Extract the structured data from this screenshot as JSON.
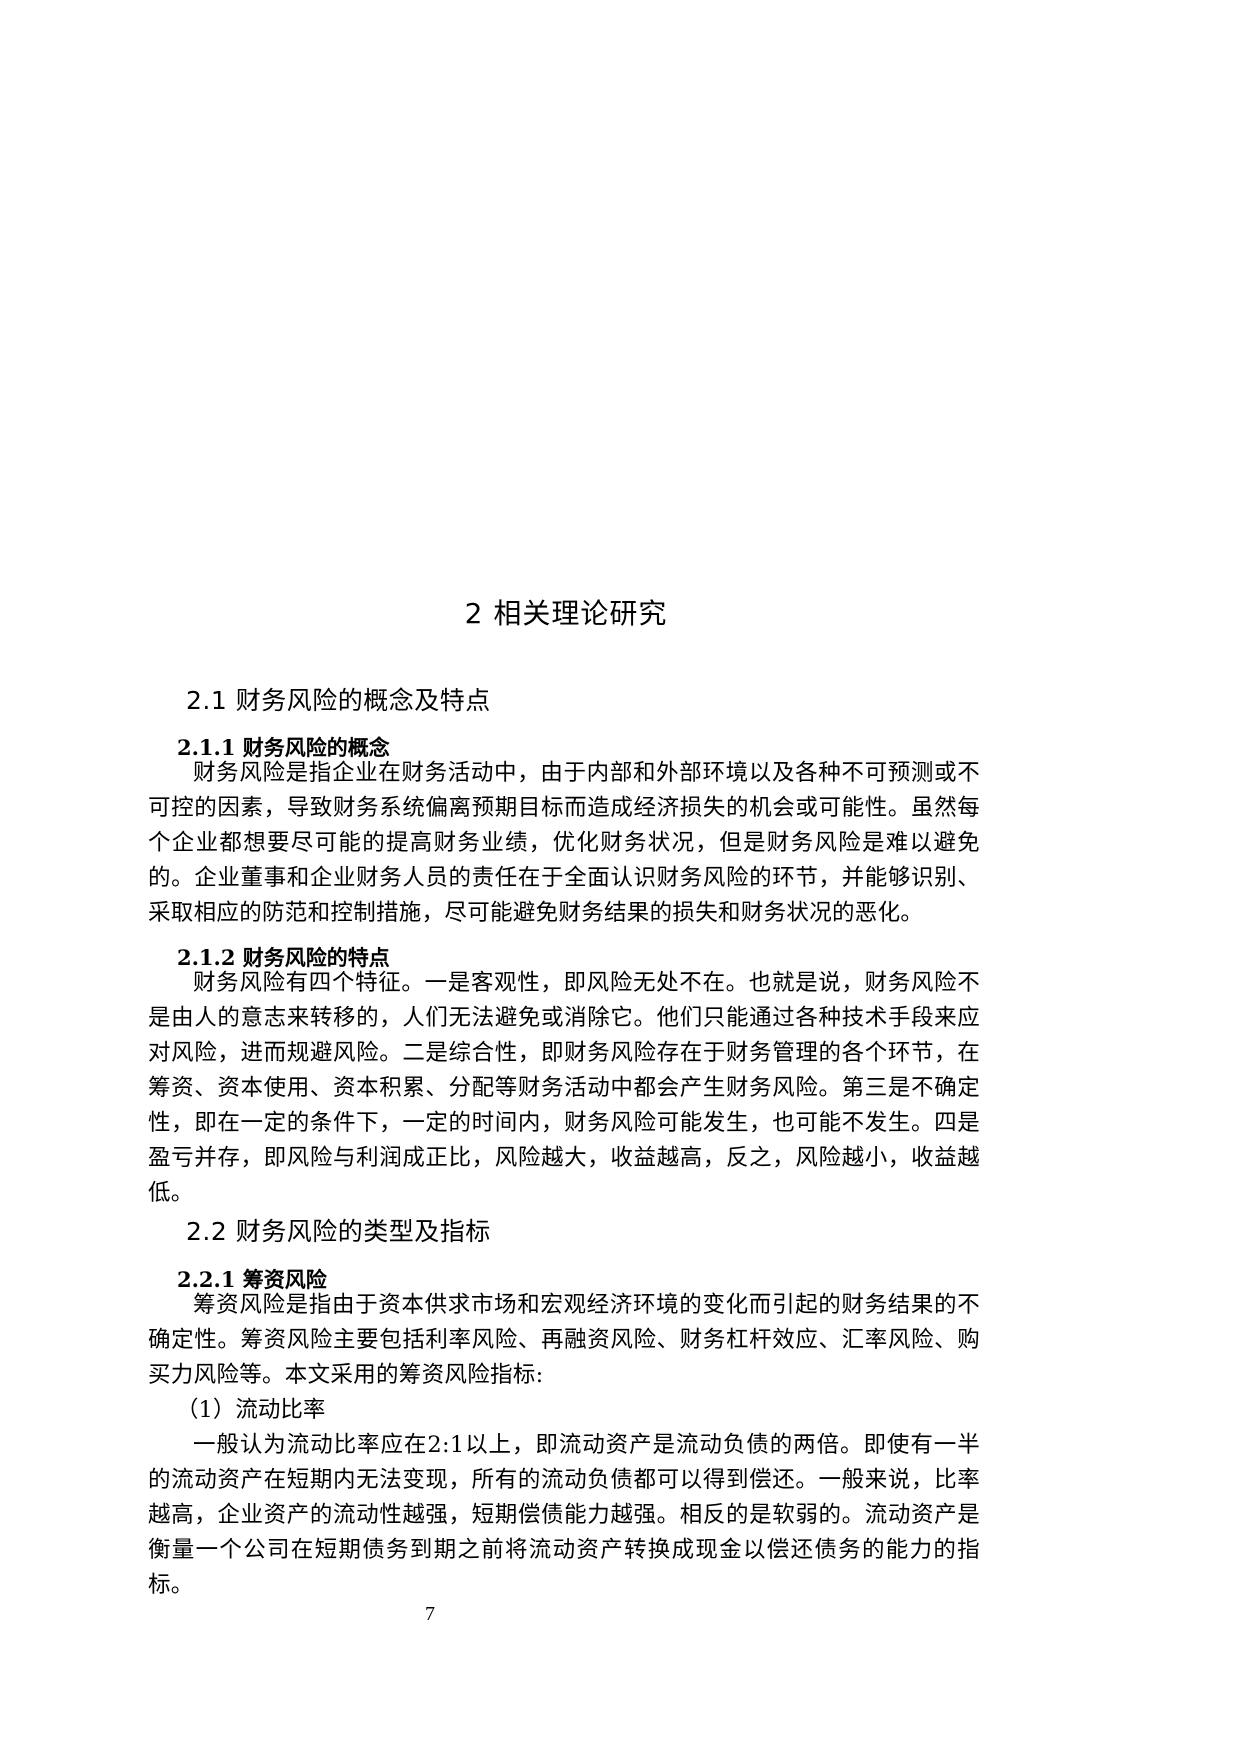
{
  "chapter": {
    "title": "2 相关理论研究"
  },
  "section_2_1": {
    "heading": "2.1 财务风险的概念及特点",
    "sub_2_1_1": {
      "heading": "2.1.1 财务风险的概念",
      "body": "财务风险是指企业在财务活动中，由于内部和外部环境以及各种不可预测或不可控的因素，导致财务系统偏离预期目标而造成经济损失的机会或可能性。虽然每个企业都想要尽可能的提高财务业绩，优化财务状况，但是财务风险是难以避免的。企业董事和企业财务人员的责任在于全面认识财务风险的环节，并能够识别、采取相应的防范和控制措施，尽可能避免财务结果的损失和财务状况的恶化。"
    },
    "sub_2_1_2": {
      "heading": "2.1.2 财务风险的特点",
      "body": "财务风险有四个特征。一是客观性，即风险无处不在。也就是说，财务风险不是由人的意志来转移的，人们无法避免或消除它。他们只能通过各种技术手段来应对风险，进而规避风险。二是综合性，即财务风险存在于财务管理的各个环节，在筹资、资本使用、资本积累、分配等财务活动中都会产生财务风险。第三是不确定性，即在一定的条件下，一定的时间内，财务风险可能发生，也可能不发生。四是盈亏并存，即风险与利润成正比，风险越大，收益越高，反之，风险越小，收益越低。"
    }
  },
  "section_2_2": {
    "heading": "2.2 财务风险的类型及指标",
    "sub_2_2_1": {
      "heading": "2.2.1 筹资风险",
      "body": "筹资风险是指由于资本供求市场和宏观经济环境的变化而引起的财务结果的不确定性。筹资风险主要包括利率风险、再融资风险、财务杠杆效应、汇率风险、购买力风险等。本文采用的筹资风险指标:",
      "item_1_label": "（1）流动比率",
      "item_1_body": "一般认为流动比率应在2:1以上，即流动资产是流动负债的两倍。即使有一半的流动资产在短期内无法变现，所有的流动负债都可以得到偿还。一般来说，比率越高，企业资产的流动性越强，短期偿债能力越强。相反的是软弱的。流动资产是衡量一个公司在短期债务到期之前将流动资产转换成现金以偿还债务的能力的指标。"
    }
  },
  "footer": {
    "page_number": "7"
  }
}
